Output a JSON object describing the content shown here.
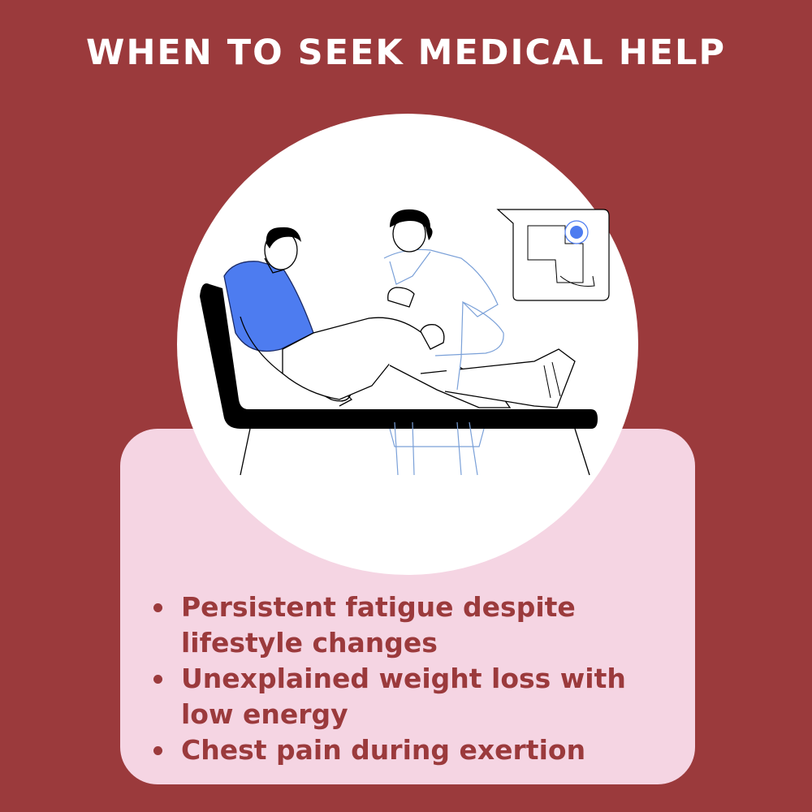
{
  "header": {
    "title": "WHEN TO SEEK MEDICAL HELP"
  },
  "illustration": {
    "icon": "doctor-examining-patient-knee-illustration"
  },
  "bullets": [
    "Persistent fatigue despite lifestyle changes",
    "Unexplained weight loss with low energy",
    "Chest pain during exertion"
  ],
  "colors": {
    "background": "#9b3a3c",
    "card": "#f5d5e3",
    "accent_blue": "#4d7cf0",
    "text_dark_red": "#9b3a3c"
  }
}
